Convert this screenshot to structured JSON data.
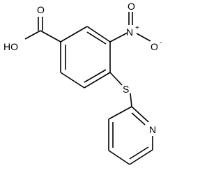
{
  "molecule": {
    "atoms": {
      "hydroxyl": "HO",
      "carbonyl_oxygen": "O",
      "nitro_nitrogen": "N",
      "nitro_charge_plus": "+",
      "nitro_oxygen_top": "O",
      "nitro_oxygen_right": "O",
      "nitro_charge_minus": "-",
      "sulfur": "S",
      "pyridine_nitrogen": "N"
    }
  }
}
